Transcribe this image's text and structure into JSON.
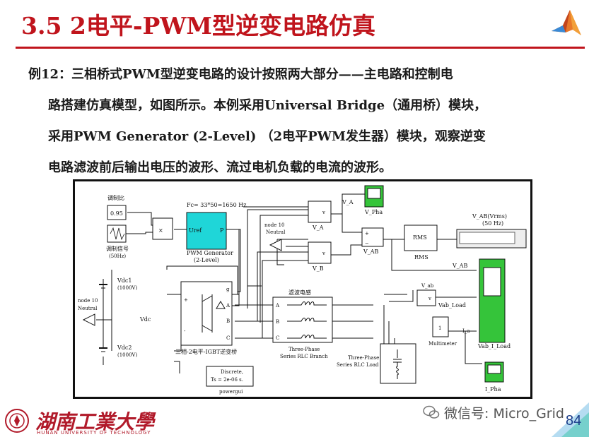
{
  "slide": {
    "title": "3.5  2电平-PWM型逆变电路仿真",
    "paragraph": {
      "line1": "例12：三相桥式PWM型逆变电路的设计按照两大部分——主电路和控制电",
      "line2": "路搭建仿真模型，如图所示。本例采用Universal Bridge（通用桥）模块，",
      "line3": "采用PWM Generator (2-Level) （2电平PWM发生器）模块，观察逆变",
      "line4": "电路滤波前后输出电压的波形、流过电机负载的电流的波形。"
    },
    "page_number": "84"
  },
  "diagram": {
    "modulation_ratio_label": "调制比",
    "modulation_ratio_value": "0.95",
    "mod_signal_label": "调制信号",
    "mod_signal_freq": "(50Hz)",
    "pwm_fc": "Fc= 33*50=1650 Hz",
    "pwm_port_in": "Uref",
    "pwm_port_out": "P",
    "pwm_name": "PWM Generator",
    "pwm_sub": "(2-Level)",
    "vdc1": "Vdc1",
    "vdc1_val": "(1000V)",
    "vdc2": "Vdc2",
    "vdc2_val": "(1000V)",
    "vdc": "Vdc",
    "node_left": "node 10",
    "neutral_left": "Neutral",
    "node_top": "node 10",
    "neutral_top": "Neutral",
    "bridge_name": "三相-2电平-IGBT逆变桥",
    "bridge_g": "g",
    "bridge_a": "A",
    "bridge_b": "B",
    "bridge_c": "C",
    "bridge_plus": "+",
    "bridge_minus": "-",
    "filter_title": "滤波电感",
    "filter_name": "Three-Phase",
    "filter_sub": "Series RLC Branch",
    "load_name": "Three-Phase",
    "load_sub": "Series RLC Load",
    "va_label": "V_A",
    "vb_label": "V_B",
    "vab_label": "V_AB",
    "vab_top": "V_AB",
    "v_pha": "V_Pha",
    "rms_block": "RMS",
    "rms_label": "RMS",
    "vab_rms": "V_AB(Vrms)",
    "vab_rms_freq": "(50 Hz)",
    "v_ab_small": "V_ab",
    "vab_load": "Vab_Load",
    "multimeter": "Multimeter",
    "multimeter_val": "1",
    "i_a": "I_a",
    "vab_i_load": "Vab_I_Load",
    "i_pha": "I_Pha",
    "powergui": "powergui",
    "discrete": "Discrete,",
    "ts": "Ts = 2e-06 s."
  },
  "footer": {
    "university": "湖南工業大學",
    "university_en": "HUNAN UNIVERSITY OF TECHNOLOGY",
    "wechat": "微信号: Micro_Grid"
  },
  "colors": {
    "title_red": "#c0141c",
    "scope_green": "#35c43a",
    "pwm_cyan": "#1fd6d8",
    "page_blue": "#1a3d8a"
  }
}
